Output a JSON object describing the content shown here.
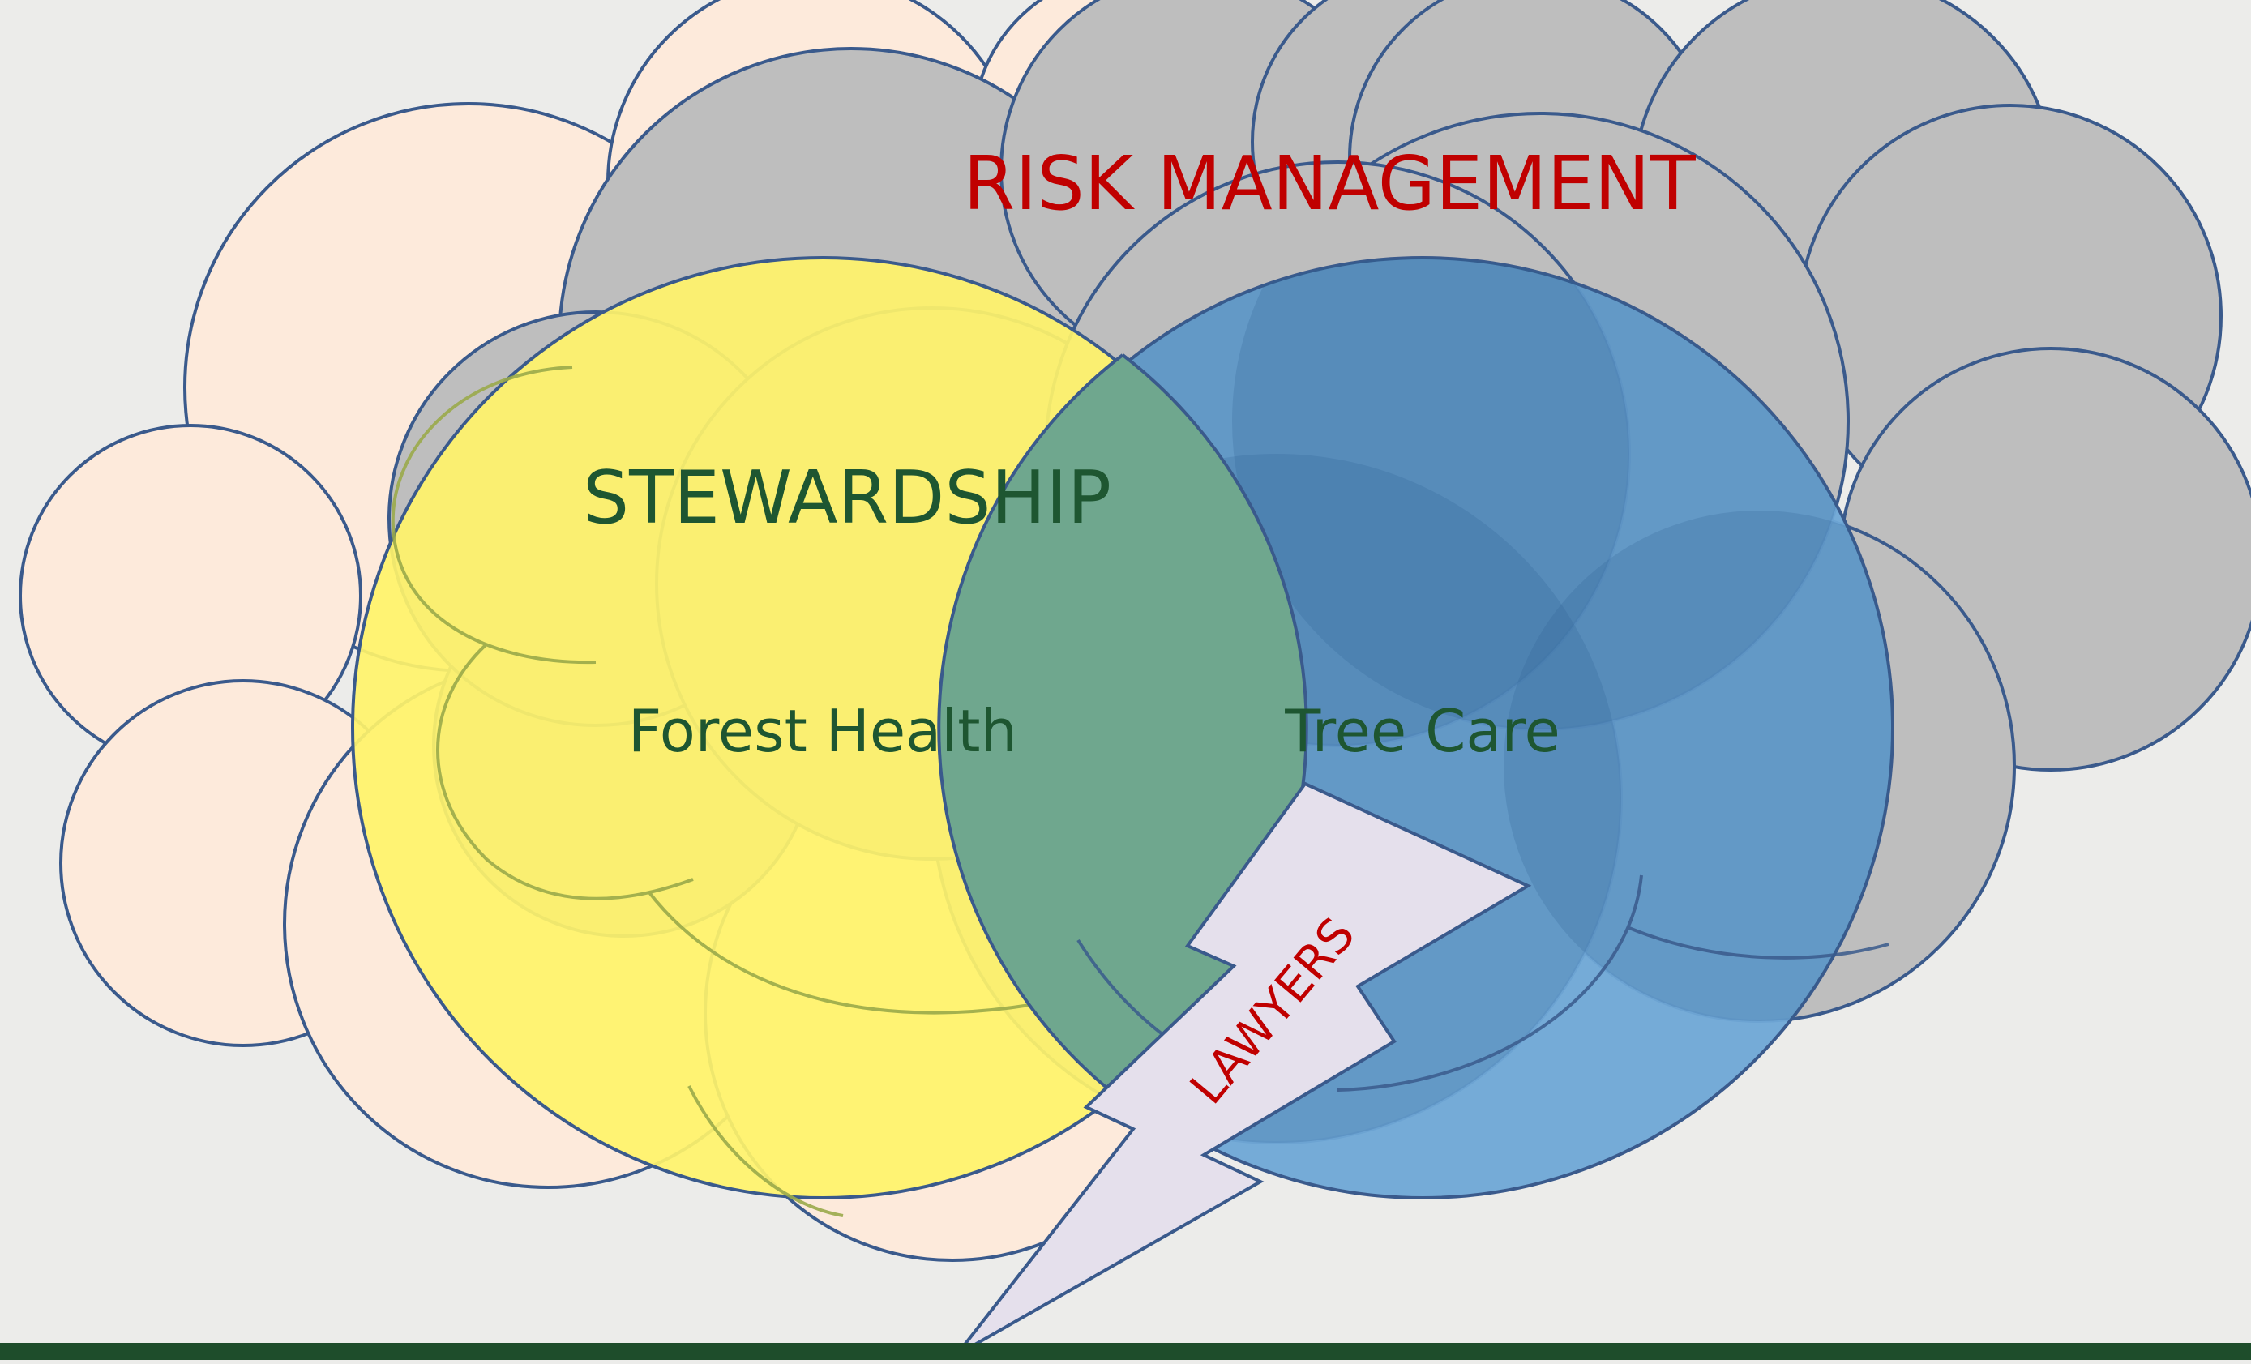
{
  "diagram": {
    "labels": {
      "risk_management": "RISK MANAGEMENT",
      "stewardship": "STEWARDSHIP",
      "forest_health": "Forest Health",
      "tree_care": "Tree Care",
      "lawyers": "LAWYERS"
    },
    "colors": {
      "background": "#ececea",
      "peach_cloud": "#fdeadb",
      "gray_cloud": "#bebebe",
      "stewardship_circle": "#fff36a",
      "tree_care_circle": "#6fa8d6",
      "outline": "#3a5a8c",
      "risk_text": "#c00000",
      "green_text": "#1e5631",
      "lightning": "#e5e0ec",
      "footer_bar": "#1e4d2b"
    }
  }
}
